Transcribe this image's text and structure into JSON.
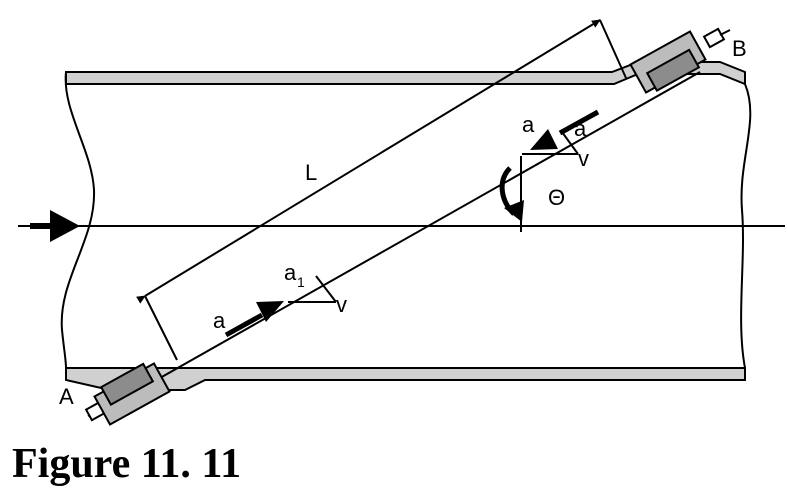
{
  "labels": {
    "point_a": "A",
    "point_b": "B",
    "length": "L",
    "angle": "Θ",
    "a_lower": "a",
    "a1": "a",
    "a1_sub": "1",
    "v_lower": "v",
    "a_upper_left": "a",
    "a_upper_right": "a",
    "v_upper": "v"
  },
  "caption": "Figure 11. 11",
  "colors": {
    "pipe_wall_fill": "#d0d0d0",
    "transducer_dark": "#8c8c8c",
    "transducer_light": "#bcbcbc",
    "line": "#000000"
  }
}
